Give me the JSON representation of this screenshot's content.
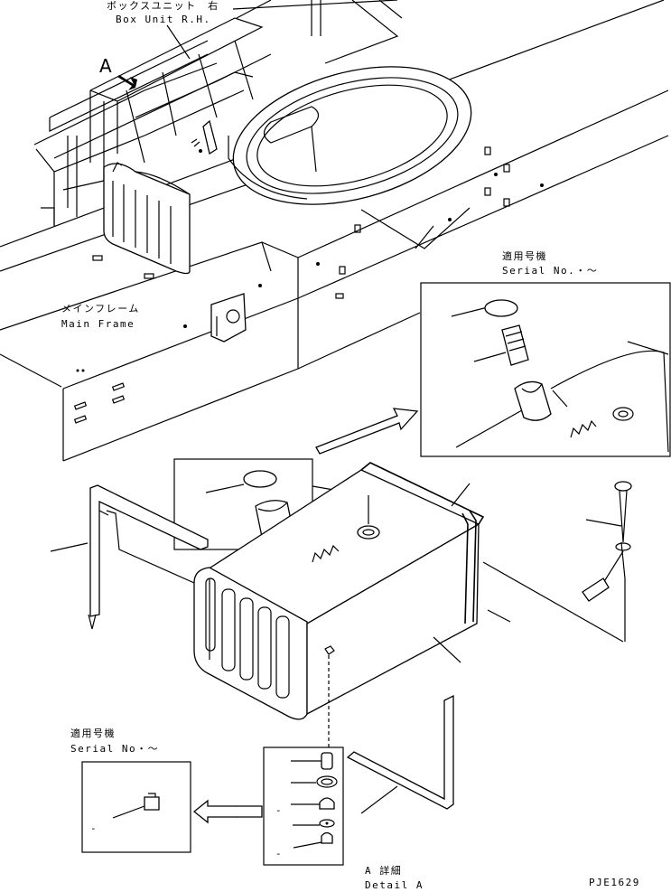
{
  "labels": {
    "box_unit_jp": "ボックスユニット　右",
    "box_unit_en": "Box Unit R.H.",
    "view_arrow": "A",
    "main_frame_jp": "メインフレーム",
    "main_frame_en": "Main Frame",
    "serial_top_jp": "適用号機",
    "serial_top_en": "Serial No.・〜",
    "serial_bottom_jp": "適用号機",
    "serial_bottom_en": "Serial No・〜",
    "detail_jp": "A 詳細",
    "detail_en": "Detail A",
    "drawing_code": "PJE1629"
  }
}
